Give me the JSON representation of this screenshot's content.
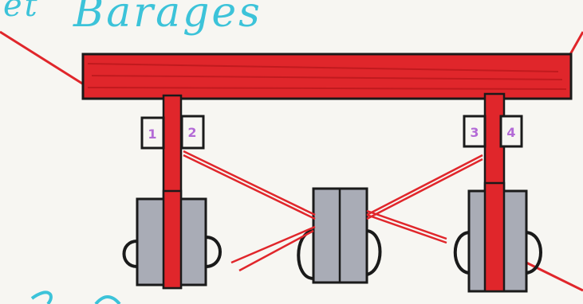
{
  "drawing": {
    "heading_prefix": "et",
    "heading": "Barages",
    "badges": [
      "1",
      "2",
      "3",
      "4"
    ]
  },
  "colors": {
    "marker_red": "#e0262b",
    "outline": "#1a1a1a",
    "barrier_grey": "#a9acb6",
    "badge_purple": "#b36ad6",
    "heading_cyan": "#3cc3d9",
    "paper": "#f7f6f2"
  }
}
